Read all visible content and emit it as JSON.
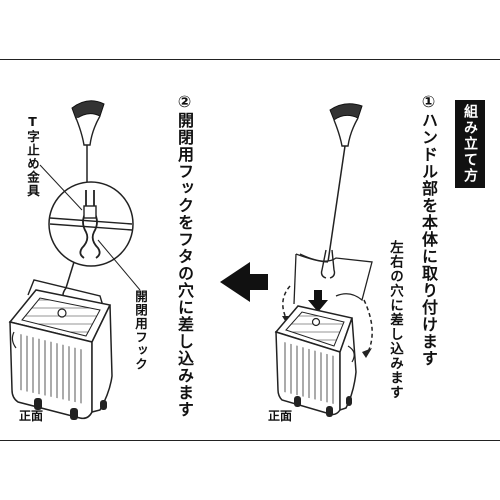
{
  "title": "組み立て方",
  "step1": {
    "text": "①ハンドル部を本体に取り付けます",
    "subtext": "左右の穴に差し込みます"
  },
  "step2": {
    "text": "②開閉用フックをフタの穴に差し込みます"
  },
  "labels": {
    "t_stopper": "T字止め金具",
    "hook": "開閉用フック",
    "front_left": "正面",
    "front_right": "正面"
  },
  "colors": {
    "line": "#222222",
    "title_bg": "#111111",
    "bin_fill": "#ffffff",
    "grip": "#333333"
  },
  "icons": {
    "arrow": "arrow-left-icon",
    "down_arrow": "arrow-down-icon"
  }
}
